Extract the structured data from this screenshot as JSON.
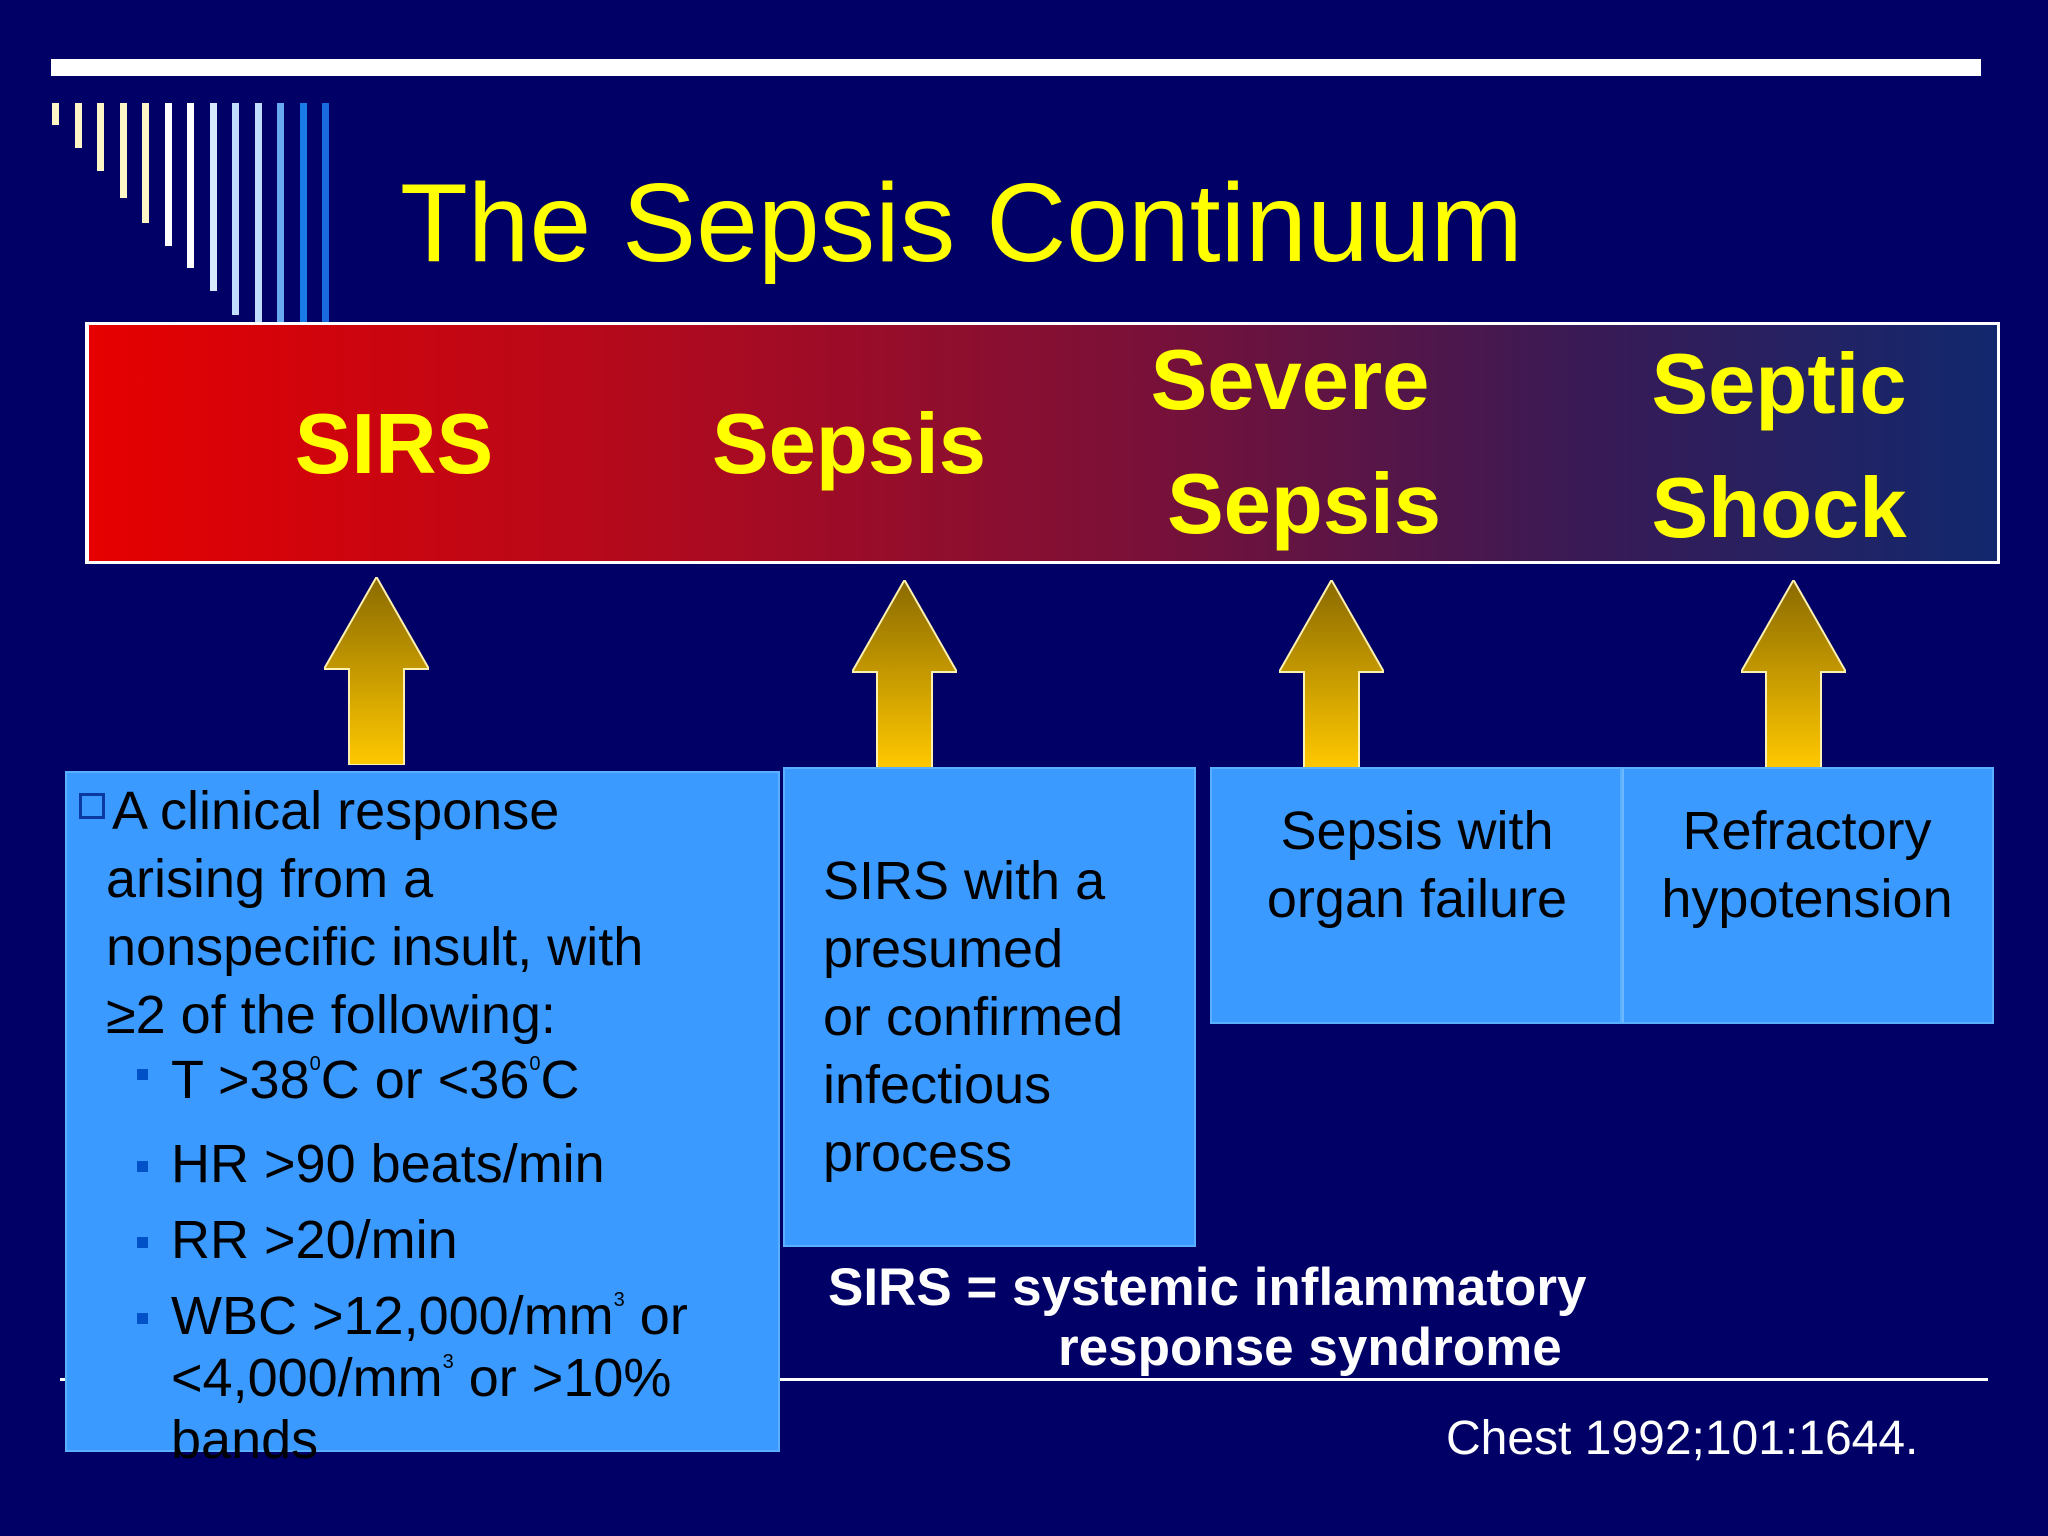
{
  "title": "The Sepsis Continuum",
  "stages": [
    {
      "id": "sirs",
      "lines": [
        "SIRS"
      ]
    },
    {
      "id": "sepsis",
      "lines": [
        "Sepsis"
      ]
    },
    {
      "id": "severe-sepsis",
      "lines": [
        "Severe",
        "Sepsis"
      ]
    },
    {
      "id": "septic-shock",
      "lines": [
        "Septic",
        "Shock"
      ]
    }
  ],
  "sirs_box": {
    "intro_lines": [
      "A clinical response",
      "arising from a",
      "nonspecific insult, with",
      "≥2 of the following:"
    ],
    "criteria": {
      "temp": {
        "a": "T >38",
        "sup1": "0",
        "b": "C or <36",
        "sup2": "0",
        "c": "C"
      },
      "hr": "HR >90 beats/min",
      "rr": "RR >20/min",
      "wbc": {
        "a": "WBC >12,000/mm",
        "sup1": "3",
        "b": " or",
        "c": "<4,000/mm",
        "sup2": "3",
        "d": " or >10%",
        "e": "bands"
      }
    }
  },
  "sepsis_box": {
    "lines": [
      "SIRS with a",
      "presumed",
      "or confirmed",
      "infectious",
      "process"
    ]
  },
  "severe_box": {
    "lines": [
      "Sepsis with",
      "organ failure"
    ]
  },
  "shock_box": {
    "lines": [
      "Refractory",
      "hypotension"
    ]
  },
  "definition": {
    "line1": "SIRS = systemic inflammatory",
    "line2": "response syndrome"
  },
  "citation": "Chest 1992;101:1644.",
  "colors": {
    "background": "#000066",
    "title": "#ffff00",
    "box_fill": "#3a9aff",
    "arrow_top": "#8a6a00",
    "arrow_bottom": "#ffc800",
    "gradient_start": "#e60000",
    "gradient_end": "#12286e"
  }
}
